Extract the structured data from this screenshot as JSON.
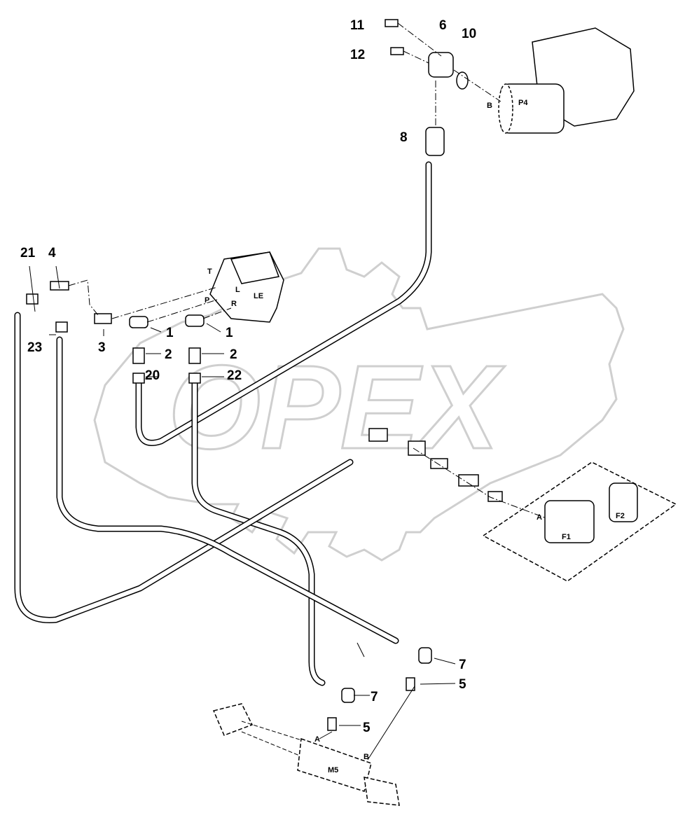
{
  "watermark": {
    "text": "OPEX",
    "color": "#cfcfcf"
  },
  "callouts": {
    "c11": "11",
    "c6": "6",
    "c10": "10",
    "c12": "12",
    "c8": "8",
    "c21": "21",
    "c4": "4",
    "c23": "23",
    "c3": "3",
    "c1a": "1",
    "c1b": "1",
    "c2a": "2",
    "c2b": "2",
    "c20": "20",
    "c22": "22",
    "c7a": "7",
    "c7b": "7",
    "c5a": "5",
    "c5b": "5"
  },
  "port_labels": {
    "pump_b": "B",
    "pump_p4": "P4",
    "valve_t": "T",
    "valve_l": "L",
    "valve_le": "LE",
    "valve_p": "P",
    "valve_r": "R",
    "filter_a": "A",
    "filter_f1": "F1",
    "filter_f2": "F2",
    "cyl_a": "A",
    "cyl_b": "B",
    "cyl_m5": "M5"
  }
}
